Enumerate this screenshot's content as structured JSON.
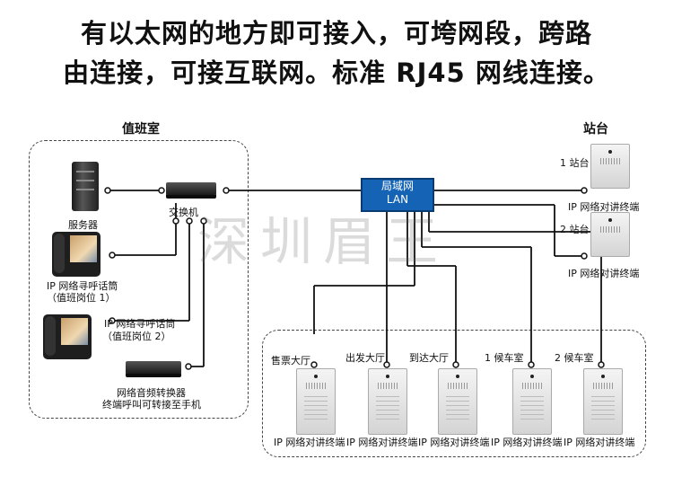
{
  "headline": {
    "line1": "有以太网的地方即可接入，可垮网段，跨路",
    "line2": "由连接，可接互联网。标准 RJ45 网线连接。"
  },
  "duty_room": {
    "title": "值班室",
    "server_label": "服务器",
    "switch_label": "交换机",
    "phone1_label_a": "IP 网络寻呼话筒",
    "phone1_label_b": "（值班岗位 1）",
    "phone2_label_a": "IP 网络寻呼话筒",
    "phone2_label_b": "（值班岗位 2）",
    "converter_label_a": "网络音频转换器",
    "converter_label_b": "终端呼叫可转接至手机"
  },
  "lan": {
    "line1": "局域网",
    "line2": "LAN"
  },
  "watermark": "深圳眉王",
  "station": {
    "title": "站台",
    "platform1": "1 站台",
    "platform2": "2 站台",
    "terminal1": "IP 网络对讲终端",
    "terminal2": "IP 网络对讲终端"
  },
  "hall": {
    "terminals": [
      {
        "name": "售票大厅",
        "label": "IP 网络对讲终端"
      },
      {
        "name": "出发大厅",
        "label": "IP 网络对讲终端"
      },
      {
        "name": "到达大厅",
        "label": "IP 网络对讲终端"
      },
      {
        "name": "1 候车室",
        "label": "IP 网络对讲终端"
      },
      {
        "name": "2 候车室",
        "label": "IP 网络对讲终端"
      }
    ]
  }
}
